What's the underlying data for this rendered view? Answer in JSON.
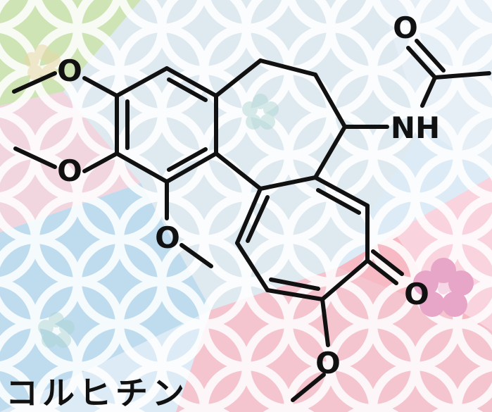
{
  "title": "コルヒチン",
  "atoms": {
    "o_top_left": "O",
    "o_mid_left": "O",
    "o_lower": "O",
    "o_ketone": "O",
    "o_bottom": "O",
    "o_carbonyl": "O",
    "nh": "NH"
  },
  "colors": {
    "ink": "#111111",
    "pattern_blue": "#bfdcef",
    "pattern_pink": "#f4c4cf",
    "pattern_green": "#cfe4b4",
    "pattern_white": "#ffffff"
  }
}
